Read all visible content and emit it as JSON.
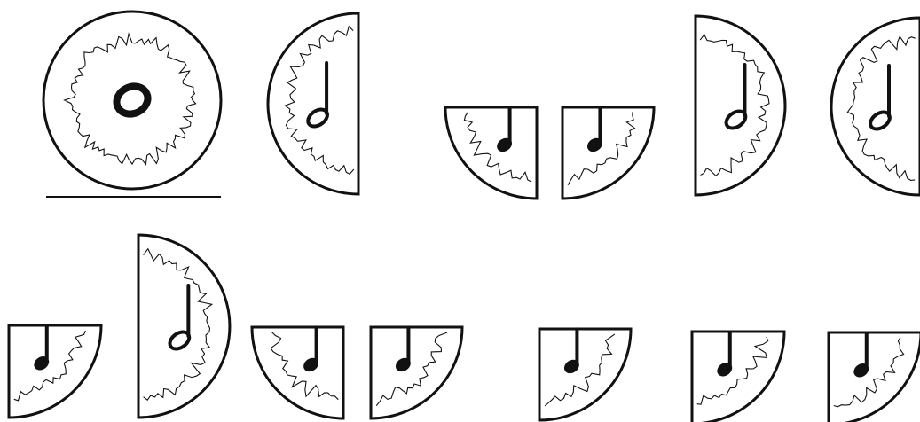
{
  "figure": {
    "description_free": true,
    "rows": [
      {
        "row": "top",
        "pieces": [
          {
            "kind": "whole",
            "note": "whole-note",
            "baseline": true
          },
          {
            "kind": "half",
            "note": "half-note"
          },
          {
            "kind": "quarter",
            "note": "quarter-note"
          },
          {
            "kind": "quarter",
            "note": "quarter-note"
          },
          {
            "kind": "half",
            "note": "half-note"
          },
          {
            "kind": "half",
            "note": "half-note"
          }
        ]
      },
      {
        "row": "bottom",
        "pieces": [
          {
            "kind": "quarter",
            "note": "quarter-note"
          },
          {
            "kind": "half",
            "note": "half-note"
          },
          {
            "kind": "quarter",
            "note": "quarter-note"
          },
          {
            "kind": "quarter",
            "note": "quarter-note"
          },
          {
            "kind": "quarter",
            "note": "quarter-note"
          },
          {
            "kind": "quarter",
            "note": "quarter-note"
          },
          {
            "kind": "quarter",
            "note": "quarter-note"
          }
        ]
      }
    ],
    "colors": {
      "ink": "#111111",
      "paper": "#ffffff"
    }
  }
}
